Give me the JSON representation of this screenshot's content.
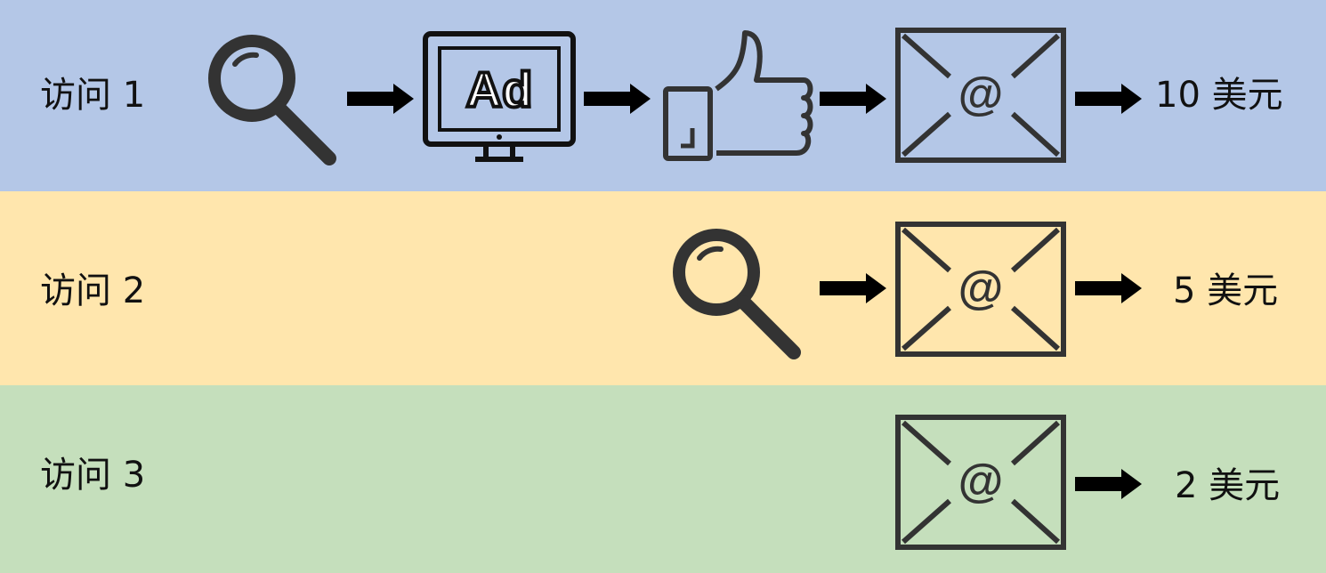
{
  "colors": {
    "visit_1_band": "#b4c7e7",
    "visit_2_band": "#ffe6ad",
    "visit_3_band": "#c5dfbc",
    "icon_stroke": "#333333",
    "arrow": "#000000"
  },
  "visits": [
    {
      "label": "访问 1",
      "steps": [
        "search-icon",
        "ad-monitor-icon",
        "thumbs-up-icon",
        "email-icon"
      ],
      "value": "10 美元"
    },
    {
      "label": "访问 2",
      "steps": [
        "search-icon",
        "email-icon"
      ],
      "value": "5 美元"
    },
    {
      "label": "访问 3",
      "steps": [
        "email-icon"
      ],
      "value": "2 美元"
    }
  ],
  "ad_text": "Ad",
  "email_symbol": "@"
}
